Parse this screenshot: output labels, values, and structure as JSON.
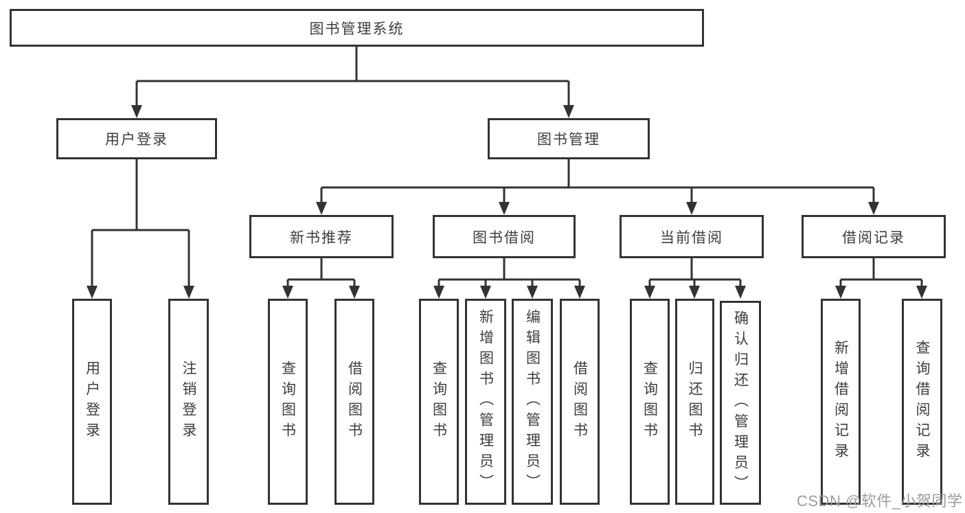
{
  "diagram": {
    "type": "hierarchy-tree",
    "colors": {
      "background": "#ffffff",
      "line": "#333333",
      "box_border": "#333333",
      "text": "#3d3d3d",
      "watermark": "#9c9c9c"
    },
    "nodes": {
      "root": {
        "label": "图书管理系统"
      },
      "user_login_branch": {
        "label": "用户登录"
      },
      "book_mgmt_branch": {
        "label": "图书管理"
      },
      "user_login_leaf": {
        "label": "用户登录"
      },
      "logout_leaf": {
        "label": "注销登录"
      },
      "new_book_rec": {
        "label": "新书推荐"
      },
      "book_borrow": {
        "label": "图书借阅"
      },
      "current_borrow": {
        "label": "当前借阅"
      },
      "borrow_records": {
        "label": "借阅记录"
      },
      "nbr_query_books": {
        "label": "查询图书"
      },
      "nbr_borrow_books": {
        "label": "借阅图书"
      },
      "bb_query_books": {
        "label": "查询图书"
      },
      "bb_add_books": {
        "label": "新增图书（管理员）"
      },
      "bb_edit_books": {
        "label": "编辑图书（管理员）"
      },
      "bb_borrow_books": {
        "label": "借阅图书"
      },
      "cb_query_books": {
        "label": "查询图书"
      },
      "cb_return_books": {
        "label": "归还图书"
      },
      "cb_confirm_return": {
        "label": "确认归还（管理员）"
      },
      "br_add_record": {
        "label": "新增借阅记录"
      },
      "br_query_record": {
        "label": "查询借阅记录"
      }
    },
    "hierarchy": [
      {
        "parent": "图书管理系统",
        "children": [
          "用户登录",
          "图书管理"
        ]
      },
      {
        "parent": "用户登录",
        "children": [
          "用户登录",
          "注销登录"
        ]
      },
      {
        "parent": "图书管理",
        "children": [
          "新书推荐",
          "图书借阅",
          "当前借阅",
          "借阅记录"
        ]
      },
      {
        "parent": "新书推荐",
        "children": [
          "查询图书",
          "借阅图书"
        ]
      },
      {
        "parent": "图书借阅",
        "children": [
          "查询图书",
          "新增图书（管理员）",
          "编辑图书（管理员）",
          "借阅图书"
        ]
      },
      {
        "parent": "当前借阅",
        "children": [
          "查询图书",
          "归还图书",
          "确认归还（管理员）"
        ]
      },
      {
        "parent": "借阅记录",
        "children": [
          "新增借阅记录",
          "查询借阅记录"
        ]
      }
    ],
    "watermark": {
      "text": "CSDN @软件_小贺同学"
    }
  }
}
